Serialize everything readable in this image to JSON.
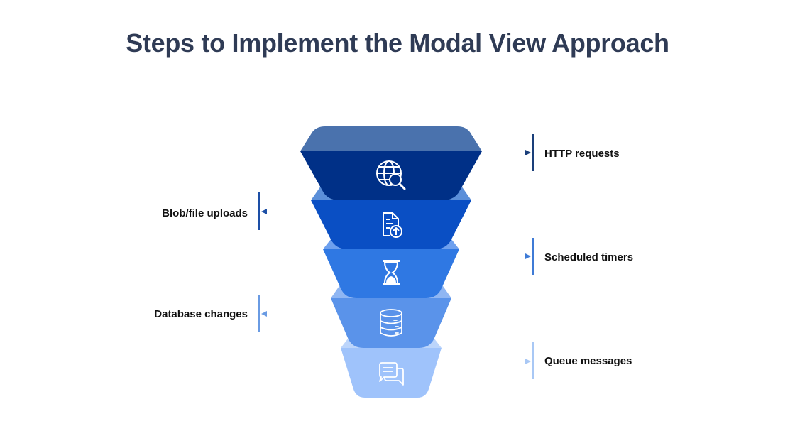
{
  "title": "Steps to Implement the Modal View Approach",
  "steps": [
    {
      "label": "HTTP requests",
      "icon": "globe-search-icon",
      "side": "right",
      "color": "#003087",
      "cap_color": "#4a72ad",
      "marker_color": "#1a3f7a"
    },
    {
      "label": "Blob/file uploads",
      "icon": "file-upload-icon",
      "side": "left",
      "color": "#0a4fc4",
      "cap_color": "#5b8fd9",
      "marker_color": "#1d4fa6"
    },
    {
      "label": "Scheduled timers",
      "icon": "hourglass-icon",
      "side": "right",
      "color": "#2f78e3",
      "cap_color": "#6ea0ee",
      "marker_color": "#3f7bd6"
    },
    {
      "label": "Database changes",
      "icon": "database-icon",
      "side": "left",
      "color": "#5a93ea",
      "cap_color": "#8fb6f3",
      "marker_color": "#6a9be3"
    },
    {
      "label": "Queue messages",
      "icon": "chat-bubbles-icon",
      "side": "right",
      "color": "#9fc3fb",
      "cap_color": "#bcd5fb",
      "marker_color": "#a9c8f5"
    }
  ]
}
